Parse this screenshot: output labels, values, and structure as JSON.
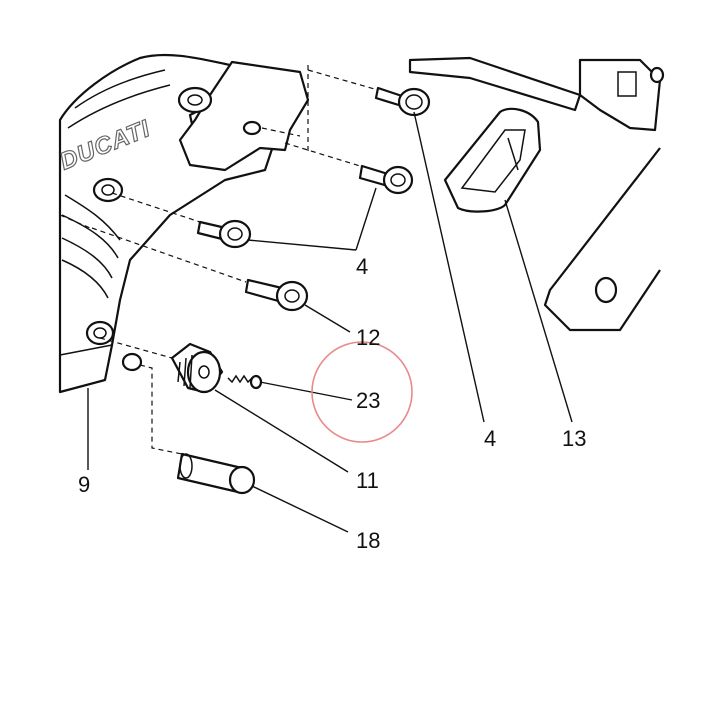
{
  "brand_mark": "DUCATI",
  "callouts": [
    {
      "id": "c4a",
      "label": "4"
    },
    {
      "id": "c12",
      "label": "12"
    },
    {
      "id": "c23",
      "label": "23"
    },
    {
      "id": "c11",
      "label": "11"
    },
    {
      "id": "c18",
      "label": "18"
    },
    {
      "id": "c9",
      "label": "9"
    },
    {
      "id": "c4b",
      "label": "4"
    },
    {
      "id": "c13",
      "label": "13"
    }
  ],
  "highlight": {
    "target": "23",
    "color": "#e88a8a"
  }
}
